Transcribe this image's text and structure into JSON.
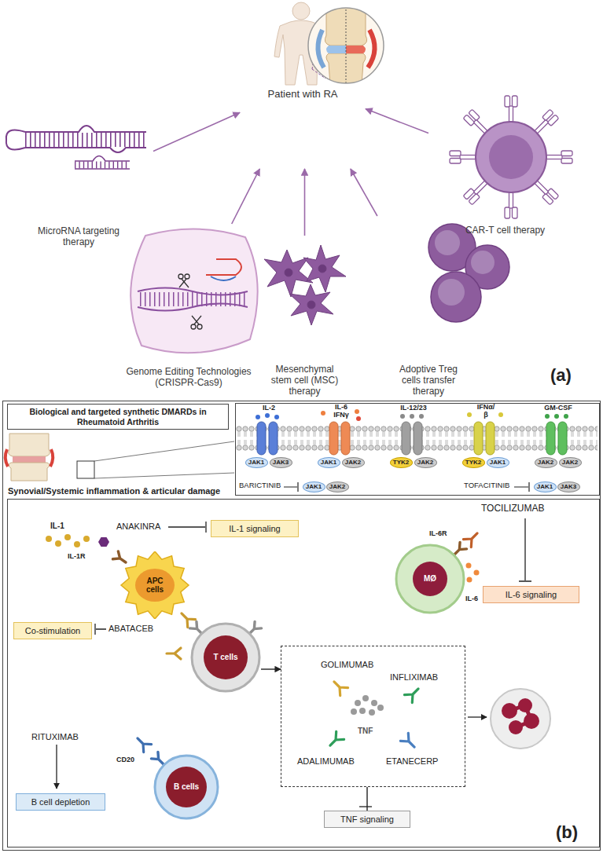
{
  "diagram": {
    "nodes": [
      {
        "text": [
          "Patient with RA"
        ]
      },
      {
        "text": [
          "MicroRNA targeting therapy"
        ]
      },
      {
        "text": [
          "Genome Editing Technologies (CRISPR-Cas9)"
        ]
      },
      {
        "text": [
          "Mesenchymal stem cell (MSC) therapy"
        ]
      },
      {
        "text": [
          "Adoptive Treg cells transfer therapy"
        ]
      },
      {
        "text": [
          "CAR-T cell therapy"
        ]
      },
      {
        "text": [
          "(b)"
        ]
      },
      {
        "text": [
          "Biological and targeted synthetic DMARDs in Rheumatoid Arthritis"
        ],
        "in": 6
      },
      {
        "text": [
          "IL-2",
          "IL-6 IFNγ",
          "IL-12/23",
          "IFNα/ β",
          "GM-CSF",
          "BARICTINIB",
          "TOFACITINIB"
        ],
        "in": 6
      },
      {
        "text": [
          "JAK1"
        ],
        "in": 8
      },
      {
        "text": [
          "JAK3"
        ],
        "in": 8
      },
      {
        "text": [
          "JAK1"
        ],
        "in": 8
      },
      {
        "text": [
          "JAK2"
        ],
        "in": 8
      },
      {
        "text": [
          "TYK2"
        ],
        "in": 8
      },
      {
        "text": [
          "JAK2"
        ],
        "in": 8
      },
      {
        "text": [
          "TYK2"
        ],
        "in": 8
      },
      {
        "text": [
          "JAK1"
        ],
        "in": 8
      },
      {
        "text": [
          "JAK2"
        ],
        "in": 8
      },
      {
        "text": [
          "JAK2"
        ],
        "in": 8
      },
      {
        "text": [
          "JAK1"
        ],
        "in": 8
      },
      {
        "text": [
          "JAK2"
        ],
        "in": 8
      },
      {
        "text": [
          "JAK1"
        ],
        "in": 8
      },
      {
        "text": [
          "JAK3"
        ],
        "in": 8
      },
      {
        "text": [
          "Synovial/Systemic inflammation & articular damage"
        ],
        "in": 6
      },
      {
        "text": [
          "IL-1 signaling"
        ],
        "in": 23
      },
      {
        "text": [
          "APC cells"
        ],
        "in": 23
      },
      {
        "text": [
          "MØ"
        ],
        "in": 23
      },
      {
        "text": [
          "IL-6 signaling"
        ],
        "in": 23
      },
      {
        "text": [
          "Co-stimulation"
        ],
        "in": 23
      },
      {
        "text": [
          "T cells"
        ],
        "in": 23
      },
      {
        "text": [
          "GOLIMUMAB",
          "INFLIXIMAB",
          "TNF",
          "ADALIMUMAB",
          "ETANECERP"
        ],
        "in": 23
      },
      {
        "text": [
          "TNF signaling"
        ],
        "in": 23
      },
      {
        "text": [
          "B cells"
        ],
        "in": 23
      },
      {
        "text": [
          "B cell depletion"
        ],
        "in": 23
      }
    ],
    "edges": [
      {
        "from": 1,
        "to": 0,
        "arrow": "to"
      },
      {
        "from": 2,
        "to": 0,
        "arrow": "to"
      },
      {
        "from": 3,
        "to": 0,
        "arrow": "to"
      },
      {
        "from": 4,
        "to": 0,
        "arrow": "to"
      },
      {
        "from": 5,
        "to": 0,
        "arrow": "to"
      },
      {
        "from": 29,
        "to": 30,
        "arrow": "to"
      },
      {
        "from": 30,
        "to": 31,
        "arrow": "none"
      }
    ],
    "labels": [
      "(a)",
      "IL-1",
      "ANAKINRA",
      "IL-1R",
      "TOCILIZUMAB",
      "IL-6R",
      "IL-6",
      "ABATACEB",
      "RITUXIMAB",
      "CD20"
    ]
  }
}
